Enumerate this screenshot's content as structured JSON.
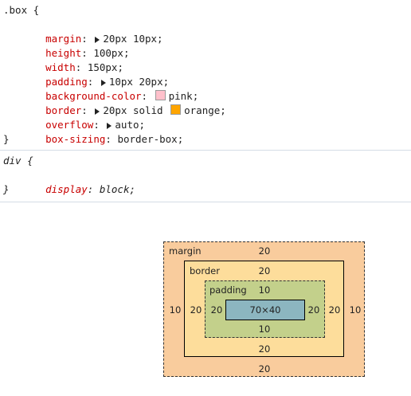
{
  "rules": [
    {
      "selector": ".box {",
      "declarations": [
        {
          "property": "margin",
          "value": "20px 10px;",
          "expandable": true
        },
        {
          "property": "height",
          "value": "100px;"
        },
        {
          "property": "width",
          "value": "150px;"
        },
        {
          "property": "padding",
          "value": "10px 20px;",
          "expandable": true
        },
        {
          "property": "background-color",
          "value": "pink;",
          "swatch": "#ffc0cb"
        },
        {
          "property": "border",
          "value_pre": "20px solid",
          "value": "orange;",
          "swatch": "#ffa500",
          "expandable": true
        },
        {
          "property": "overflow",
          "value": "auto;",
          "expandable": true
        },
        {
          "property": "box-sizing",
          "value": "border-box;"
        }
      ],
      "close": "}"
    },
    {
      "selector": "div {",
      "declarations": [
        {
          "property": "display",
          "value": "block;"
        }
      ],
      "close": "}"
    }
  ],
  "box_model": {
    "margin": {
      "label": "margin",
      "top": "20",
      "right": "10",
      "bottom": "20",
      "left": "10"
    },
    "border": {
      "label": "border",
      "top": "20",
      "right": "20",
      "bottom": "20",
      "left": "20"
    },
    "padding": {
      "label": "padding",
      "top": "10",
      "right": "20",
      "bottom": "10",
      "left": "20"
    },
    "content": "70×40"
  },
  "colors": {
    "margin": "#f9cc9d",
    "border": "#fddd9b",
    "padding": "#c3d08b",
    "content": "#8cb6c0",
    "property": "#c80000"
  }
}
